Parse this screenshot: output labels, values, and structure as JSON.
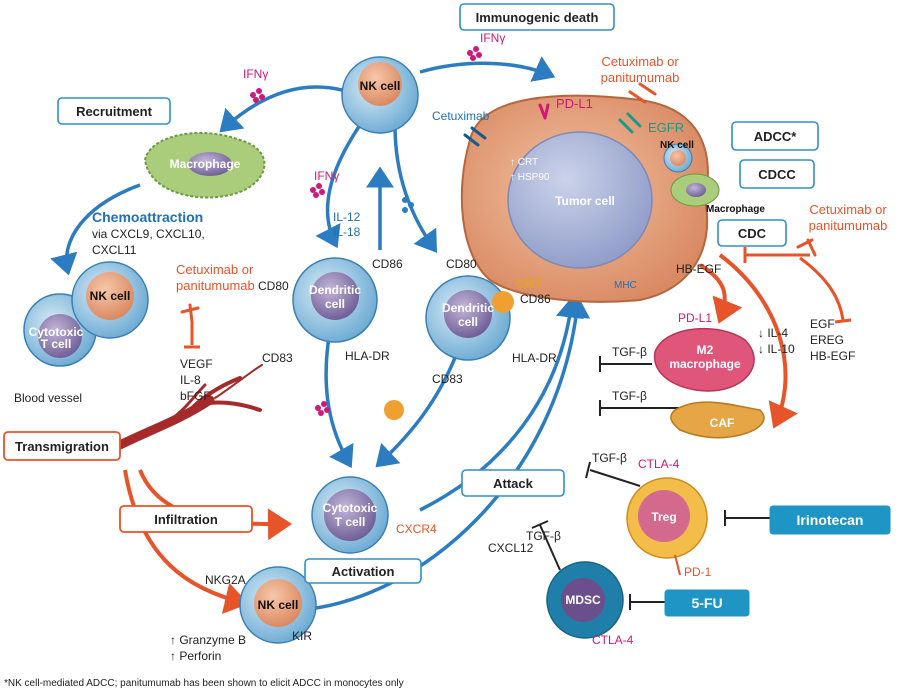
{
  "boxes": {
    "immunogenic_death": "Immunogenic death",
    "recruitment": "Recruitment",
    "adcc": "ADCC*",
    "cdcc": "CDCC",
    "cdc": "CDC",
    "transmigration": "Transmigration",
    "infiltration": "Infiltration",
    "attack": "Attack",
    "activation": "Activation",
    "irinotecan": "Irinotecan",
    "fu5": "5-FU"
  },
  "cells": {
    "nk_top": "NK cell",
    "macrophage": "Macrophage",
    "nk_left": "NK cell",
    "cytotoxic_left_1": "Cytotoxic",
    "cytotoxic_left_2": "T cell",
    "dendritic1_1": "Dendritic",
    "dendritic1_2": "cell",
    "dendritic2_1": "Dendritic",
    "dendritic2_2": "cell",
    "tumor": "Tumor cell",
    "m2_1": "M2",
    "m2_2": "macrophage",
    "caf": "CAF",
    "treg": "Treg",
    "mdsc": "MDSC",
    "cytotoxic_mid_1": "Cytotoxic",
    "cytotoxic_mid_2": "T cell",
    "nk_bottom": "NK cell",
    "nk_small": "NK cell",
    "macrophage_small": "Macrophage"
  },
  "labels": {
    "ifng_1": "IFNγ",
    "ifng_2": "IFNγ",
    "ifng_3": "IFNγ",
    "cetux_panit_1a": "Cetuximab or",
    "cetux_panit_1b": "panitumumab",
    "cetux_panit_2a": "Cetuximab or",
    "cetux_panit_2b": "panitumumab",
    "cetux_panit_3a": "Cetuximab or",
    "cetux_panit_3b": "panitumumab",
    "cetuximab": "Cetuximab",
    "pdl1_top": "PD-L1",
    "egfr": "EGFR",
    "crt_inner": "↑ CRT",
    "hsp90": "↑ HSP90",
    "chemo_title": "Chemoattraction",
    "chemo_1": "via CXCL9, CXCL10,",
    "chemo_2": "CXCL11",
    "il12": "IL-12",
    "il18": "IL-18",
    "cd80_1": "CD80",
    "cd86_1": "CD86",
    "cd83_1": "CD83",
    "hladr_1": "HLA-DR",
    "cd80_2": "CD80",
    "cd86_2": "CD86",
    "cd83_2": "CD83",
    "hladr_2": "HLA-DR",
    "crt": "CRT",
    "mhc": "MHC",
    "hbegf": "HB-EGF",
    "pdl1_m2": "PD-L1",
    "il4": "↓  IL-4",
    "il10": "↓  IL-10",
    "egf": "EGF",
    "ereg": "EREG",
    "hbegf2": "HB-EGF",
    "vegf": "VEGF",
    "il8": "IL-8",
    "bfgf": "bFGF",
    "blood_vessel": "Blood vessel",
    "tgfb_1": "TGF-β",
    "tgfb_2": "TGF-β",
    "tgfb_3": "TGF-β",
    "tgfb_4": "TGF-β",
    "ctla4_1": "CTLA-4",
    "ctla4_2": "CTLA-4",
    "pd1": "PD-1",
    "cxcr4": "CXCR4",
    "cxcl12": "CXCL12",
    "nkg2a": "NKG2A",
    "kir": "KIR",
    "granzyme": "↑ Granzyme B",
    "perforin": "↑ Perforin",
    "footnote": "*NK cell-mediated ADCC; panitumumab has been shown to elicit ADCC in monocytes only"
  },
  "colors": {
    "blue_arrow": "#2b7cc0",
    "orange_arrow": "#e8542a",
    "box_border": "#2e90c9",
    "tumor_fill": "#e9a27d",
    "cell_blue": "#9fc9e4",
    "macrophage_green": "#9ac46a",
    "irinotecan_fill": "#1f95c6"
  }
}
